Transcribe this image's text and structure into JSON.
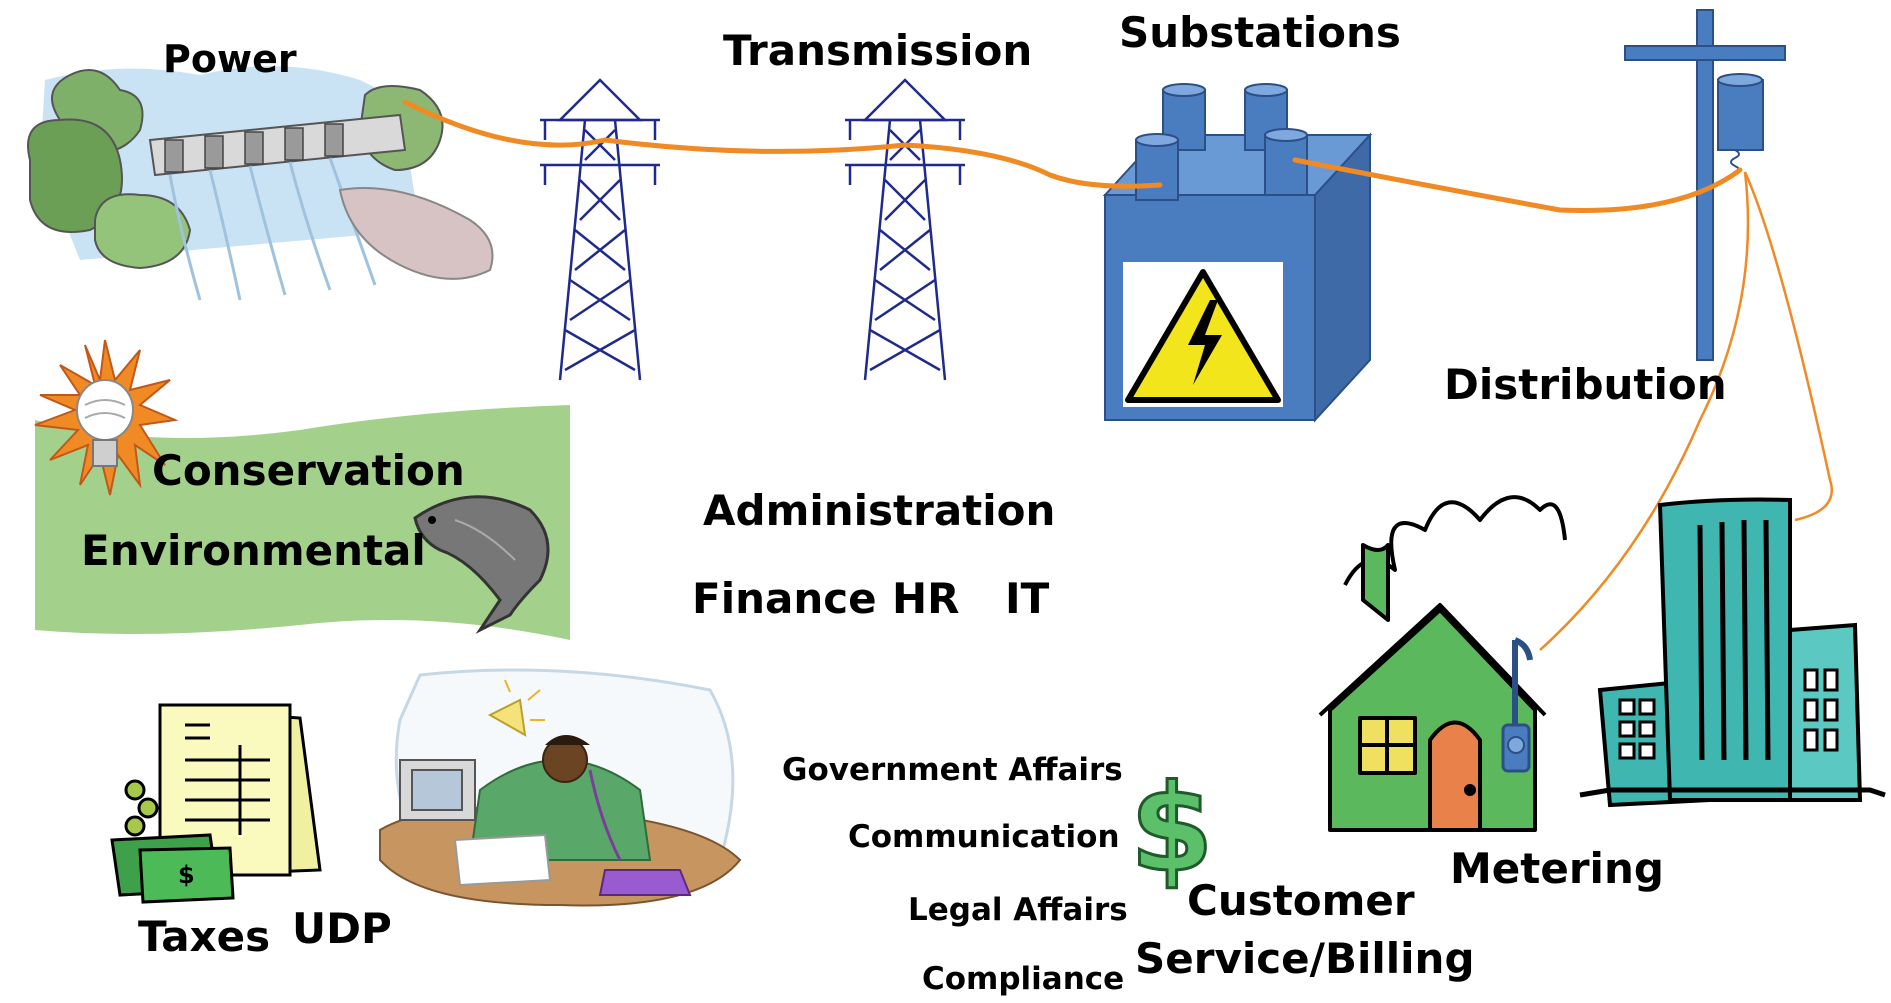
{
  "labels": {
    "power": "Power",
    "transmission": "Transmission",
    "substations": "Substations",
    "distribution": "Distribution",
    "conservation": "Conservation",
    "environmental": "Environmental",
    "administration": "Administration",
    "finance": "Finance",
    "hr": "HR",
    "it": "IT",
    "taxes": "Taxes",
    "udp": "UDP",
    "government_affairs": "Government Affairs",
    "communication": "Communication",
    "legal_affairs": "Legal Affairs",
    "compliance": "Compliance",
    "customer_service_line1": "Customer",
    "customer_service_line2": "Service/Billing",
    "metering": "Metering"
  },
  "icons": [
    "dam-icon",
    "transmission-tower-icon",
    "substation-icon",
    "utility-pole-icon",
    "lightbulb-icon",
    "fish-icon",
    "tax-document-icon",
    "money-icon",
    "office-worker-icon",
    "dollar-sign-icon",
    "house-icon",
    "office-building-icon"
  ],
  "colors": {
    "power_line": "#f08a24",
    "equipment_blue": "#4a7cc0",
    "tower_navy": "#1f2a8c",
    "banner_green": "#a3d18c",
    "house_green": "#5cb85c",
    "building_teal": "#3fb6b0",
    "warning_yellow": "#f2e51b"
  }
}
